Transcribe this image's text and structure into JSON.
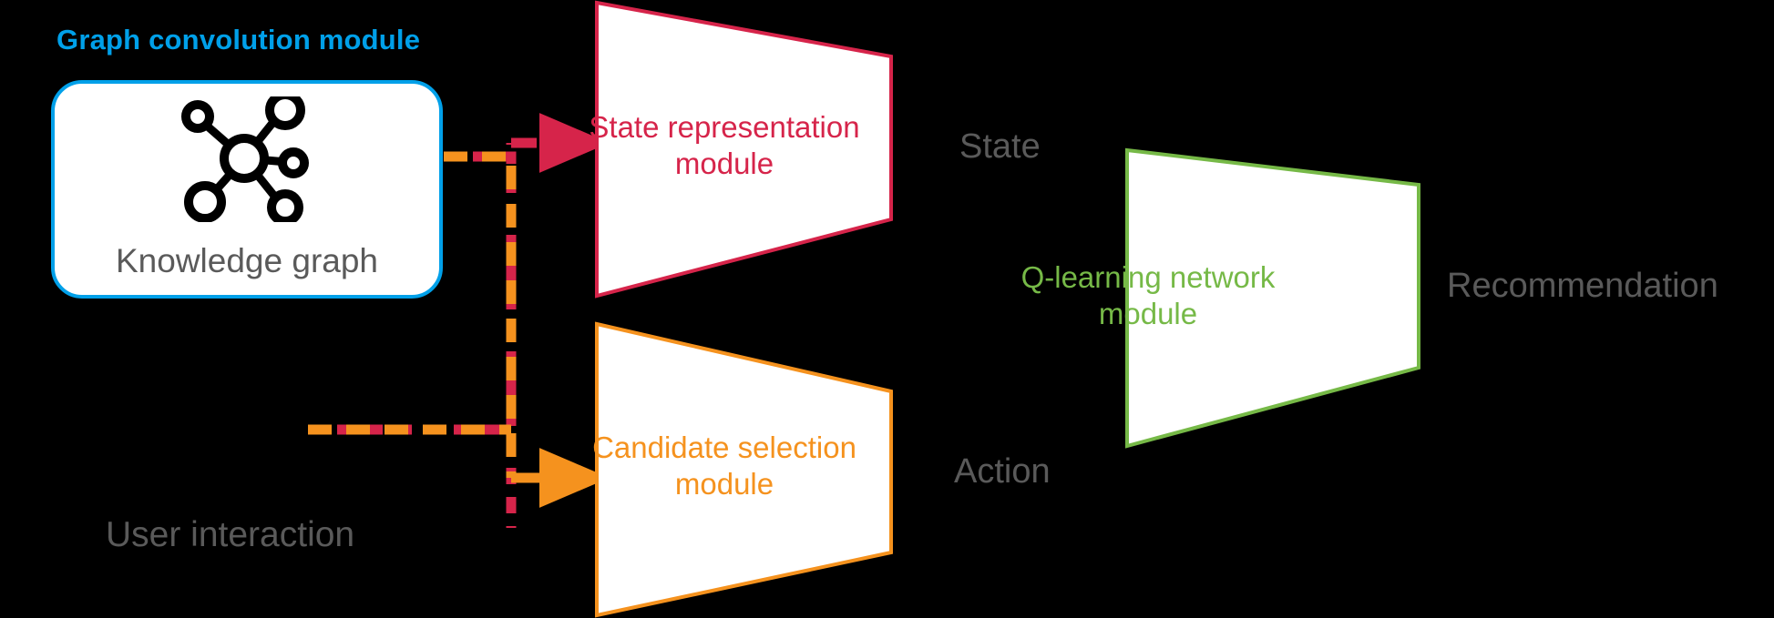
{
  "diagram": {
    "title_hidden": "",
    "background_color": "#000000",
    "colors": {
      "blue": "#00a0e9",
      "crimson": "#d6244a",
      "orange": "#f5921e",
      "green": "#76b947",
      "grey_text": "#5a5a5a",
      "panel_fill": "#ffffff"
    }
  },
  "graph_convolution": {
    "title": "Graph convolution module",
    "card_label": "Knowledge graph",
    "icon_name": "knowledge-graph-icon"
  },
  "modules": {
    "state_representation": {
      "label": "State representation\nmodule",
      "color": "#d6244a"
    },
    "candidate_selection": {
      "label": "Candidate selection\nmodule",
      "color": "#f5921e"
    },
    "q_learning": {
      "label": "Q-learning network\nmodule",
      "color": "#76b947"
    }
  },
  "flow_labels": {
    "state": "State",
    "action": "Action",
    "recommendation": "Recommendation",
    "user_interaction": "User interaction"
  },
  "connectors": [
    {
      "name": "kg-to-state-representation",
      "style": "dashed",
      "color": "#d6244a",
      "arrow": true
    },
    {
      "name": "kg-to-candidate-selection",
      "style": "dashed",
      "color": "#f5921e",
      "arrow": true
    },
    {
      "name": "user-interaction-to-candidate-selection",
      "style": "dashed",
      "color": "#f5921e",
      "arrow": true
    }
  ]
}
